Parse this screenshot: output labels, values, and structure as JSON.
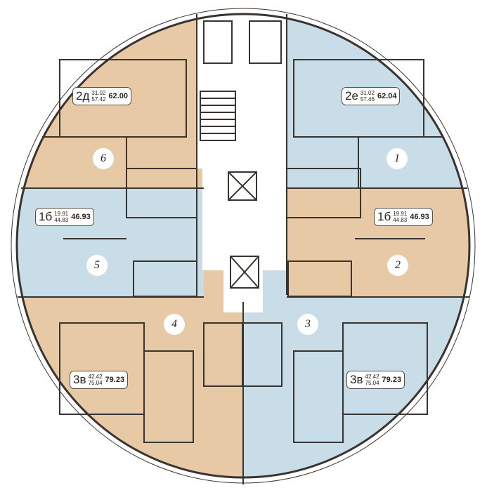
{
  "colors": {
    "orange": "#e8c9a6",
    "blue": "#c9dde9",
    "core": "#ffffff",
    "wall": "#3a3430"
  },
  "apartments": [
    {
      "id": "2d",
      "type": "2д",
      "living": "31.02",
      "total_area": "57.42",
      "area": "62.00",
      "circle": "6"
    },
    {
      "id": "2e",
      "type": "2е",
      "living": "31.02",
      "total_area": "57.46",
      "area": "62.04",
      "circle": "1"
    },
    {
      "id": "1b-left",
      "type": "1б",
      "living": "19.91",
      "total_area": "44.83",
      "area": "46.93",
      "circle": "5"
    },
    {
      "id": "1b-right",
      "type": "1б",
      "living": "19.91",
      "total_area": "44.83",
      "area": "46.93",
      "circle": "2"
    },
    {
      "id": "3v-left",
      "type": "3в",
      "living": "42.42",
      "total_area": "75.04",
      "area": "79.23",
      "circle": "4"
    },
    {
      "id": "3v-right",
      "type": "3в",
      "living": "42.42",
      "total_area": "75.04",
      "area": "79.23",
      "circle": "3"
    }
  ]
}
